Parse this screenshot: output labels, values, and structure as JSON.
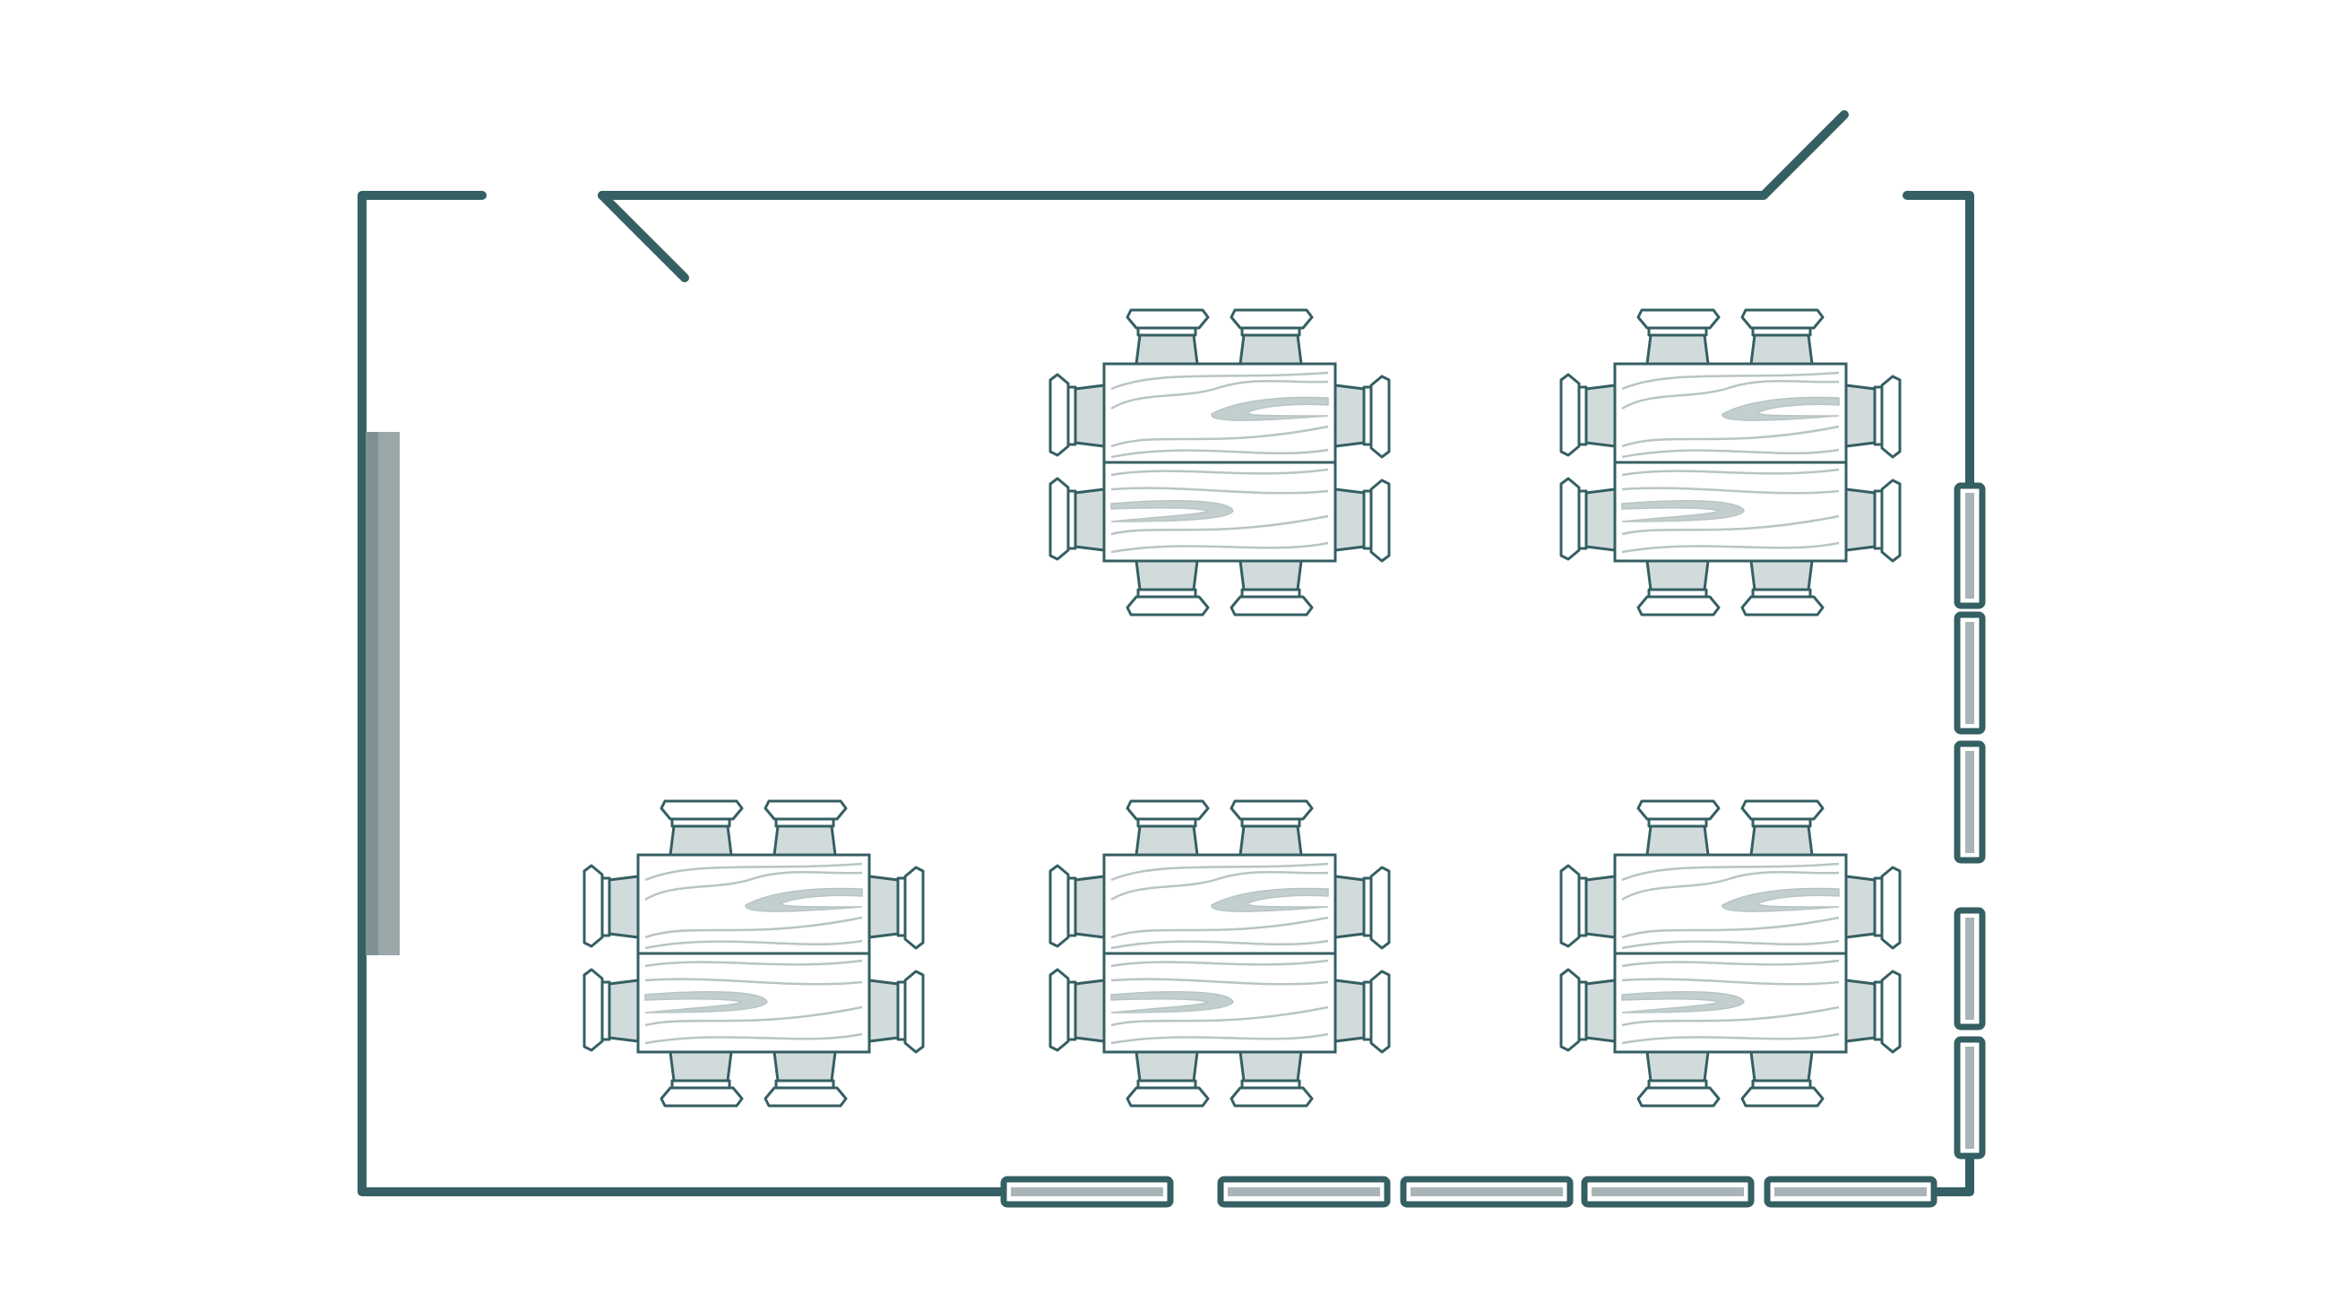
{
  "colors": {
    "wall": "#345f63",
    "glass": "#a9b4b6",
    "board": "#9aa8aa",
    "seat": "#d2dbdb",
    "grain": "#b8c4c4",
    "grain_fill": "#c3cfcf",
    "background": "#ffffff"
  },
  "room": {
    "doors": [
      {
        "name": "door-top-left"
      },
      {
        "name": "door-top-right"
      }
    ],
    "window_count_right": 5,
    "window_count_bottom": 5,
    "wall_board": {
      "name": "whiteboard-left-wall"
    }
  },
  "tables": [
    {
      "name": "table-group-top-center",
      "chairs": 8
    },
    {
      "name": "table-group-top-right",
      "chairs": 8
    },
    {
      "name": "table-group-bottom-left",
      "chairs": 8
    },
    {
      "name": "table-group-bottom-center",
      "chairs": 8
    },
    {
      "name": "table-group-bottom-right",
      "chairs": 8
    }
  ]
}
